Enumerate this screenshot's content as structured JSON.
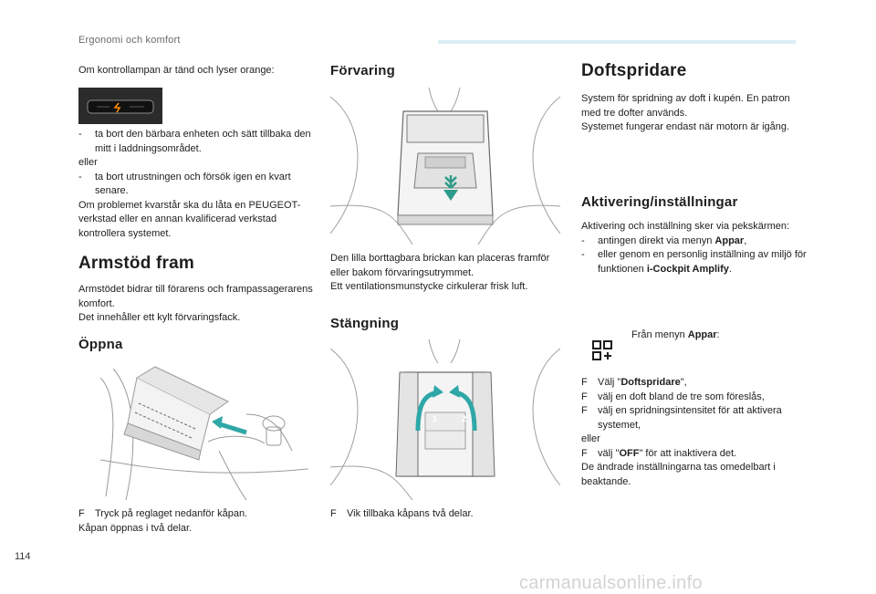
{
  "header": {
    "section": "Ergonomi och komfort"
  },
  "page_number": "114",
  "watermark": "carmanualsonline.info",
  "col1": {
    "intro": "Om kontrollampan är tänd och lyser orange:",
    "bullet1": "ta bort den bärbara enheten och sätt tillbaka den mitt i laddningsområdet.",
    "or1": "eller",
    "bullet2": "ta bort utrustningen och försök igen en kvart senare.",
    "para1": "Om problemet kvarstår ska du låta en PEUGEOT-verkstad eller en annan kvalificerad verkstad kontrollera systemet.",
    "dash": "-",
    "armrest_title": "Armstöd fram",
    "armrest_text": "Armstödet bidrar till förarens och frampassagerarens komfort.",
    "armrest_text2": "Det innehåller ett kylt förvaringsfack.",
    "open_title": "Öppna",
    "open_step": "Tryck på reglaget nedanför kåpan.",
    "open_result": "Kåpan öppnas i två delar."
  },
  "col2": {
    "storage_title": "Förvaring",
    "storage_text1": "Den lilla borttagbara brickan kan placeras framför eller bakom förvaringsutrymmet.",
    "storage_text2": "Ett ventilationsmunstycke cirkulerar frisk luft.",
    "close_title": "Stängning",
    "close_step": "Vik tillbaka kåpans två delar.",
    "label1": "1",
    "label2": "2"
  },
  "col3": {
    "title": "Doftspridare",
    "text1": "System för spridning av doft i kupén. En patron med tre dofter används.",
    "text2": "Systemet fungerar endast när motorn är igång.",
    "activation_title": "Aktivering/inställningar",
    "activation_text": "Aktivering och inställning sker via pekskärmen:",
    "opt1_pre": "antingen direkt via menyn ",
    "opt1_bold": "Appar",
    "opt1_post": ",",
    "opt2_pre": "eller genom en personlig inställning av miljö för funktionen ",
    "opt2_bold": "i-Cockpit Amplify",
    "opt2_post": ".",
    "menu_pre": "Från menyn ",
    "menu_bold": "Appar",
    "menu_post": ":",
    "step1_pre": "Välj \"",
    "step1_bold": "Doftspridare",
    "step1_post": "\",",
    "step2": "välj en doft bland de tre som föreslås,",
    "step3": "välj en spridningsintensitet för att aktivera systemet,",
    "or": "eller",
    "step4_pre": "välj \"",
    "step4_bold": "OFF",
    "step4_post": "\" för att inaktivera det.",
    "final": "De ändrade inställningarna tas omedelbart i beaktande.",
    "step_marker": "F"
  },
  "colors": {
    "accent_bar": "#d9eef3",
    "highlight_green": "#2e9c8b",
    "arrow_teal": "#2fa7a7"
  },
  "icons": {
    "apps": "apps-grid-icon",
    "step": "step-arrow-icon"
  }
}
